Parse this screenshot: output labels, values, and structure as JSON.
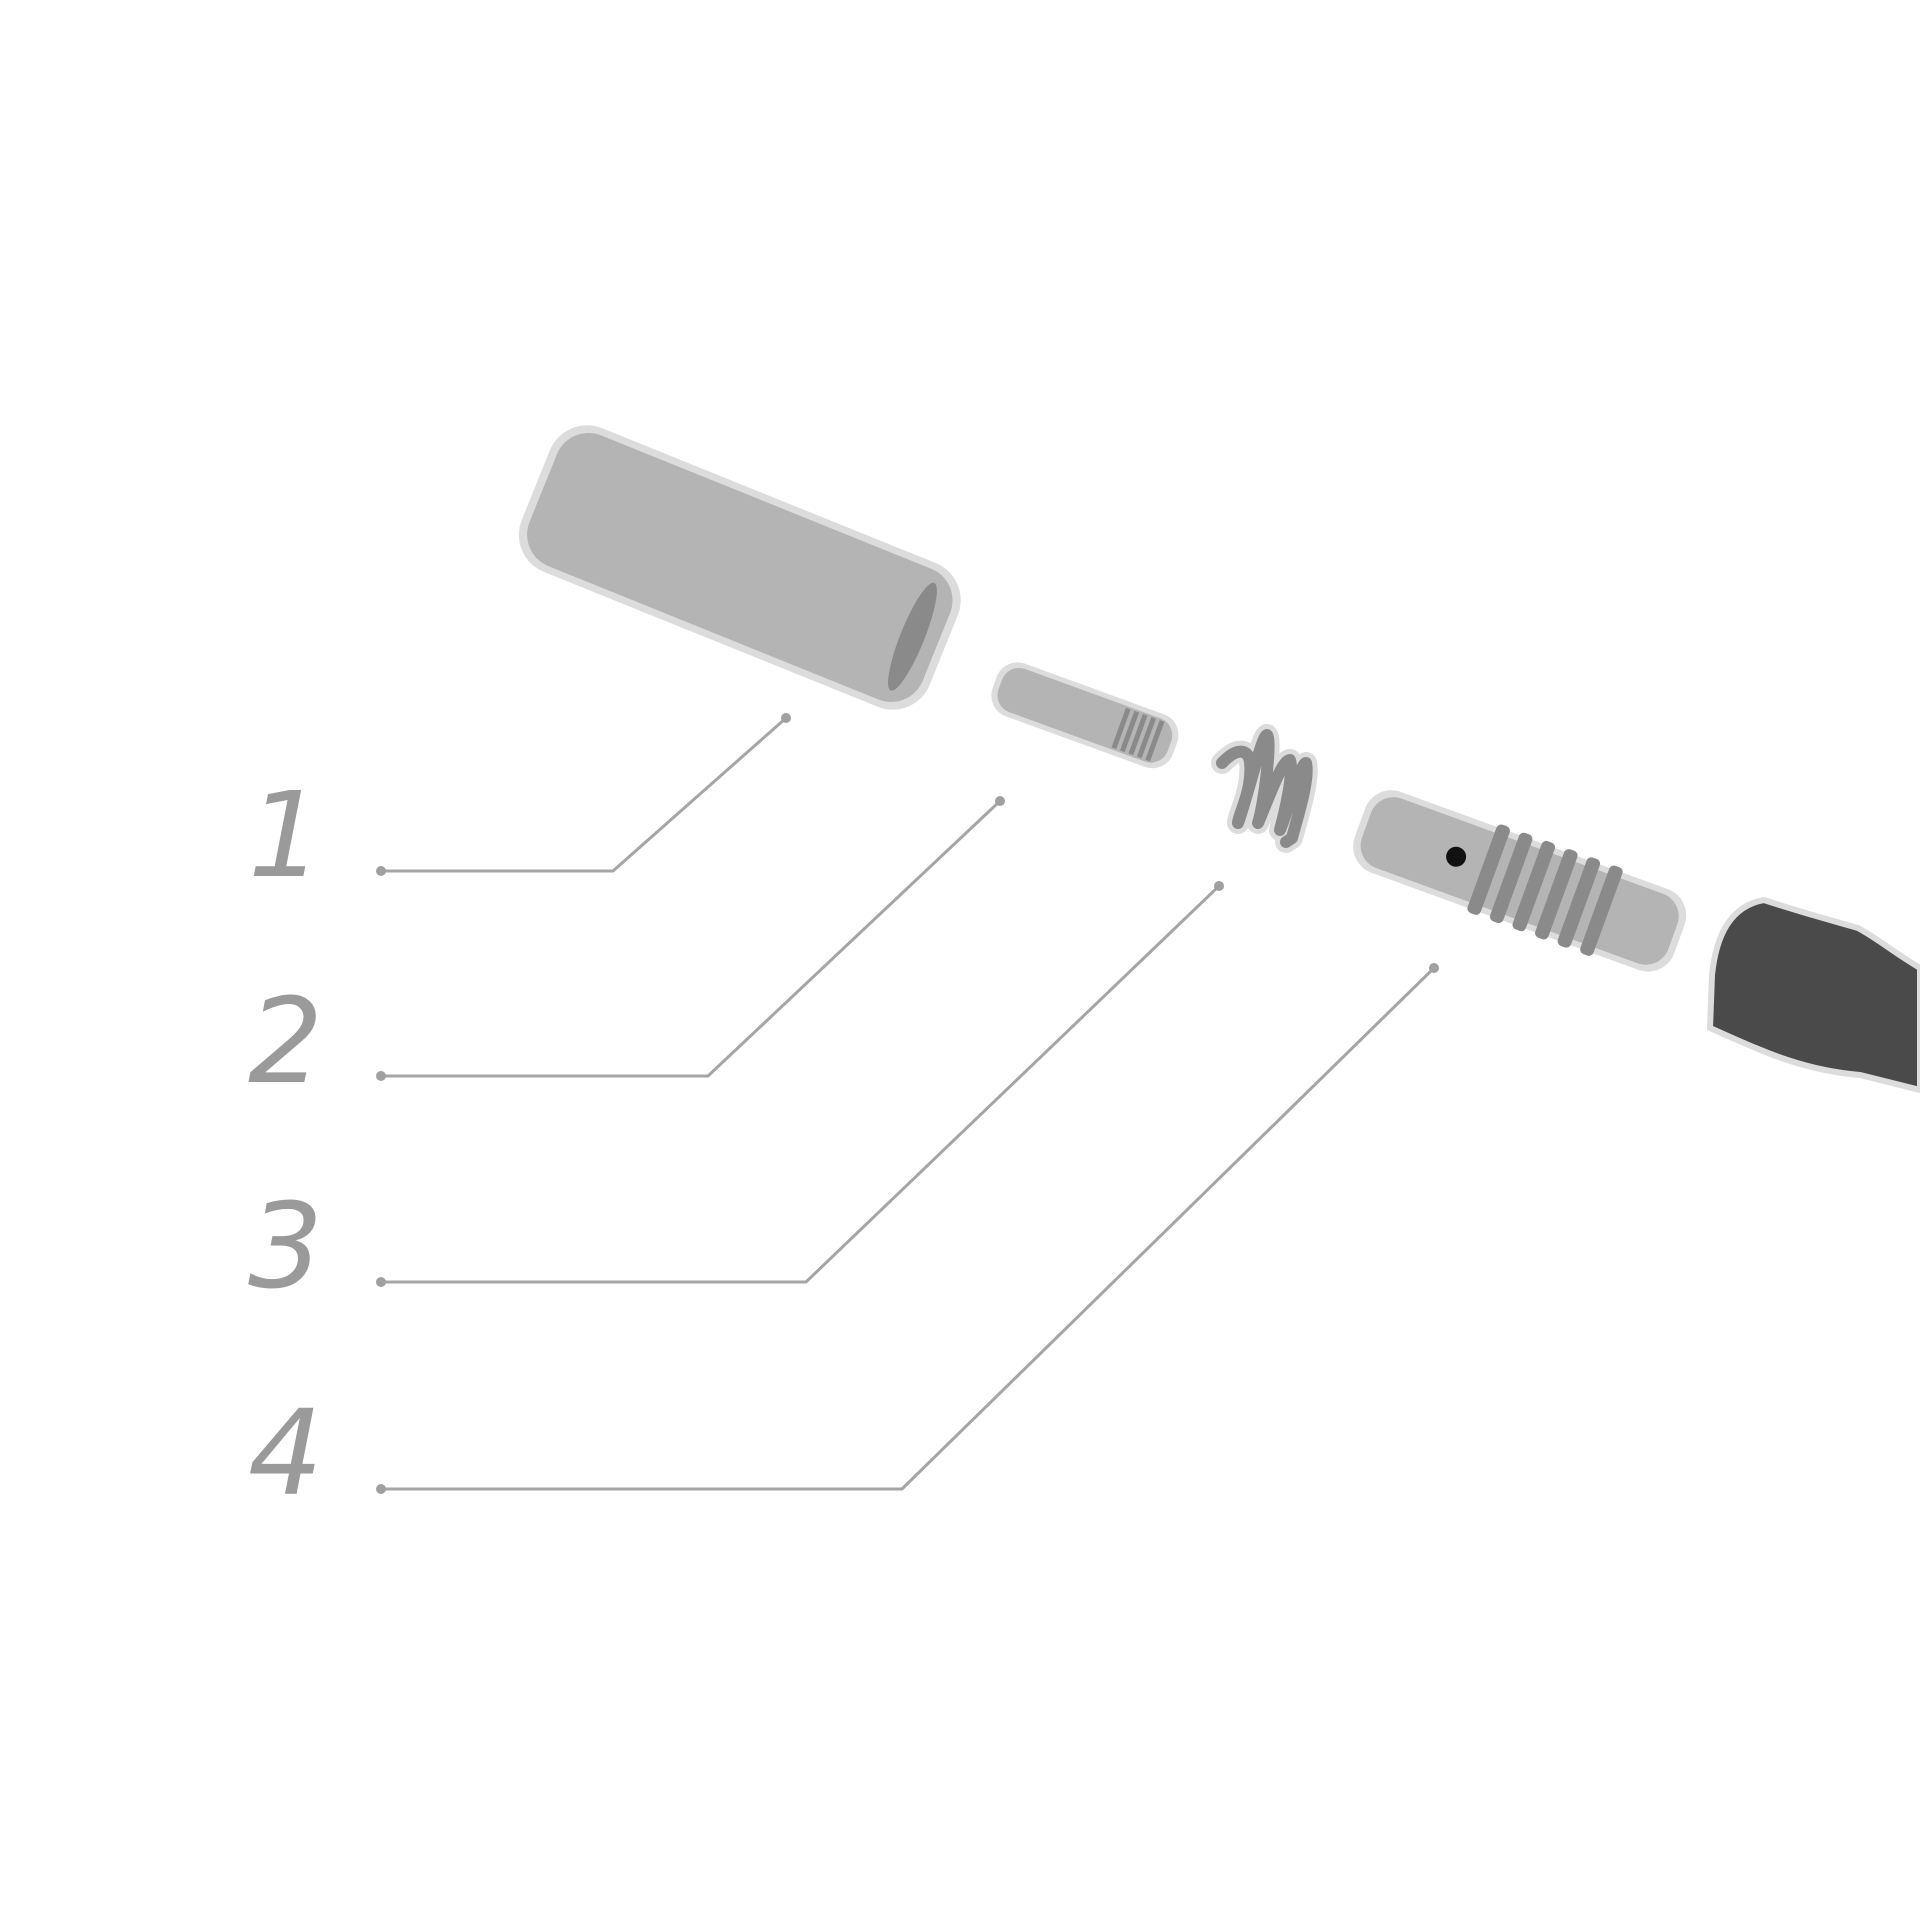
{
  "callouts": [
    {
      "number": "1",
      "part_icon": "nozzle-icon"
    },
    {
      "number": "2",
      "part_icon": "contact-tip-icon"
    },
    {
      "number": "3",
      "part_icon": "spring-icon"
    },
    {
      "number": "4",
      "part_icon": "tip-holder-icon"
    }
  ],
  "colors": {
    "part_light_grey": "#b4b4b4",
    "part_outline": "#dcdcdc",
    "part_dark_grey": "#8a8a8a",
    "handle": "#4a4a4a",
    "label_grey": "#9a9a9a"
  }
}
